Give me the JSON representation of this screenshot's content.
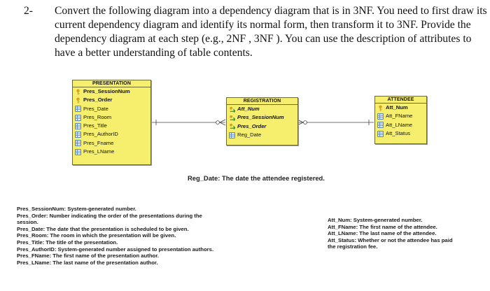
{
  "question": {
    "number": "2-",
    "text": "Convert the following diagram into a dependency diagram that is in 3NF. You need to first draw its current dependency diagram and identify its normal form, then transform it to 3NF. Provide the dependency diagram at each step (e.g., 2NF , 3NF ). You can use the description of attributes to have a better understanding of table contents."
  },
  "entities": {
    "presentation": {
      "name": "PRESENTATION",
      "attributes": [
        {
          "label": "Pres_SessionNum",
          "kind": "key"
        },
        {
          "label": "Pres_Order",
          "kind": "key"
        },
        {
          "label": "Pres_Date",
          "kind": "field"
        },
        {
          "label": "Pres_Room",
          "kind": "field"
        },
        {
          "label": "Pres_Title",
          "kind": "field"
        },
        {
          "label": "Pres_AuthorID",
          "kind": "field"
        },
        {
          "label": "Pres_Fname",
          "kind": "field"
        },
        {
          "label": "Pres_LName",
          "kind": "field"
        }
      ]
    },
    "registration": {
      "name": "REGISTRATION",
      "attributes": [
        {
          "label": "Att_Num",
          "kind": "foreign-key"
        },
        {
          "label": "Pres_SessionNum",
          "kind": "foreign-key"
        },
        {
          "label": "Pres_Order",
          "kind": "foreign-key"
        },
        {
          "label": "Reg_Date",
          "kind": "field"
        }
      ]
    },
    "attendee": {
      "name": "ATTENDEE",
      "attributes": [
        {
          "label": "Att_Num",
          "kind": "key"
        },
        {
          "label": "Att_FName",
          "kind": "field"
        },
        {
          "label": "Att_LName",
          "kind": "field"
        },
        {
          "label": "Att_Status",
          "kind": "field"
        }
      ]
    }
  },
  "reg_caption": "Reg_Date: The date the attendee registered.",
  "notes_left": [
    "Pres_SessionNum: System-generated number.",
    "Pres_Order: Number indicating the order of the presentations during the",
    "session.",
    "Pres_Date: The date that the presentation is scheduled to be given.",
    "Pres_Room: The room in which the presentation will be given.",
    "Pres_Title: The title of the presentation.",
    "Pres_AuthorID: System-generated number assigned to presentation authors.",
    "Pres_FName: The first name of the presentation author.",
    "Pres_LName: The last name of the presentation author."
  ],
  "notes_right": [
    "Att_Num: System-generated number.",
    "Att_FName: The first name of the attendee.",
    "Att_LName: The last name of the attendee.",
    "Att_Status: Whether or not the attendee has paid",
    "the registration fee."
  ],
  "colors": {
    "entity_fill": "#f6ef6e",
    "key_icon": "#d9a21b",
    "field_icon": "#3f78c4",
    "fk_arrow": "#2c9a3c"
  }
}
